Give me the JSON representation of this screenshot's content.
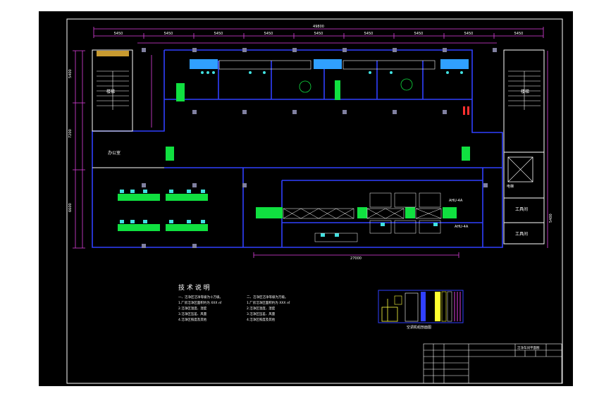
{
  "drawing": {
    "dim_top_total": "49800",
    "dim_top_segments": [
      "5450",
      "5450",
      "5450",
      "5450",
      "5450",
      "5450",
      "5450",
      "5450",
      "5450"
    ],
    "dim_left_top": "5400",
    "dim_left_mid": "7200",
    "dim_left_bottom": "6600",
    "dim_right": "5400",
    "dim_bottom_corridor": "27000",
    "room_office": "办公室",
    "room_stair_left": "楼梯",
    "room_stair_right": "楼梯",
    "room_elevator": "电梯",
    "room_right_a": "工具间",
    "room_right_b": "工具间",
    "label_ahu": "AHU-4A",
    "label_airlock": "AHU-4A"
  },
  "notes": {
    "title": "技 术 说 明",
    "left": [
      "一、洁净区洁净等级为十万级。",
      "1.厂房洁净区面积约为 XXX ㎡",
      "2.洁净区温度、湿度",
      "3.洁净区压差、风量",
      "4.洁净区照度及其他"
    ],
    "right": [
      "二、洁净区洁净等级为万级。",
      "1.厂房洁净区面积约为 XXX ㎡",
      "2.洁净区温度、湿度",
      "3.洁净区压差、风量",
      "4.洁净区照度及其他"
    ]
  },
  "section": {
    "caption": "空调机组剖面图"
  },
  "title_block": {
    "drawing_name": "洁净车间平面图"
  }
}
